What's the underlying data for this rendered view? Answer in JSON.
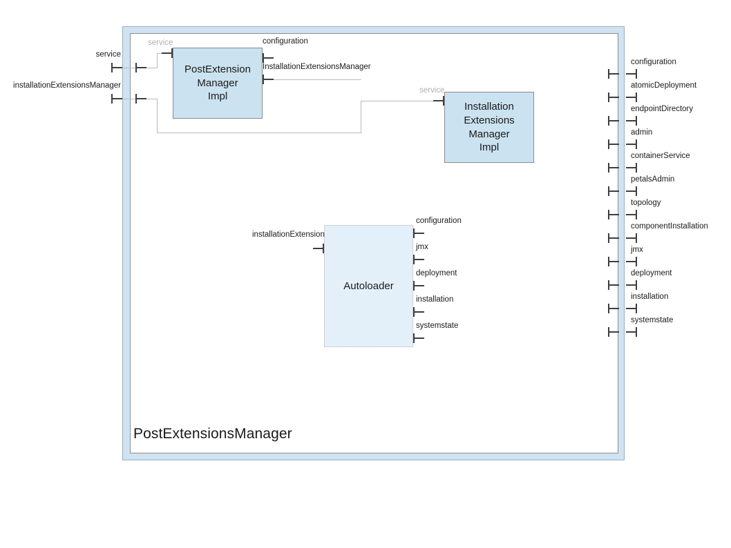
{
  "diagram": {
    "title": "PostExtensionsManager",
    "type": "uml-composite-structure",
    "colors": {
      "composite_band": "#cfe3f2",
      "component_fill": "#cbe2f0",
      "autoloader_fill": "#e4f0f9",
      "border": "#8a8a8a",
      "wire": "#b9b9b9",
      "port": "#3d3d3d",
      "muted_label": "#b0b0b0",
      "text": "#1a1a1a"
    }
  },
  "components": {
    "post_extension_manager_impl": {
      "label": "PostExtension\nManager\nImpl",
      "lines": [
        "PostExtension",
        "Manager",
        "Impl"
      ],
      "style": "solid"
    },
    "installation_extensions_manager_impl": {
      "label": "Installation\nExtensions\nManager\nImpl",
      "lines": [
        "Installation",
        "Extensions",
        "Manager",
        "Impl"
      ],
      "style": "solid"
    },
    "autoloader": {
      "label": "Autoloader",
      "lines": [
        "Autoloader"
      ],
      "style": "dotted"
    }
  },
  "external_ports": {
    "left": [
      {
        "label": "service",
        "muted": false
      },
      {
        "label": "installationExtensionsManager",
        "muted": false
      }
    ],
    "right": [
      {
        "label": "configuration",
        "muted": false
      },
      {
        "label": "atomicDeployment",
        "muted": false
      },
      {
        "label": "endpointDirectory",
        "muted": false
      },
      {
        "label": "admin",
        "muted": false
      },
      {
        "label": "containerService",
        "muted": false
      },
      {
        "label": "petalsAdmin",
        "muted": false
      },
      {
        "label": "topology",
        "muted": false
      },
      {
        "label": "componentInstallation",
        "muted": false
      },
      {
        "label": "jmx",
        "muted": false
      },
      {
        "label": "deployment",
        "muted": false
      },
      {
        "label": "installation",
        "muted": false
      },
      {
        "label": "systemstate",
        "muted": false
      }
    ]
  },
  "component_ports": {
    "post_extension_manager_impl": {
      "left": [
        {
          "label": "service",
          "muted": true
        }
      ],
      "right": [
        {
          "label": "configuration",
          "muted": false
        },
        {
          "label": "InstallationExtensionsManager",
          "muted": false
        }
      ]
    },
    "installation_extensions_manager_impl": {
      "left": [
        {
          "label": "service",
          "muted": true
        }
      ],
      "right": []
    },
    "autoloader": {
      "left": [
        {
          "label": "installationExtension",
          "muted": false
        }
      ],
      "right": [
        {
          "label": "configuration",
          "muted": false
        },
        {
          "label": "jmx",
          "muted": false
        },
        {
          "label": "deployment",
          "muted": false
        },
        {
          "label": "installation",
          "muted": false
        },
        {
          "label": "systemstate",
          "muted": false
        }
      ]
    }
  }
}
